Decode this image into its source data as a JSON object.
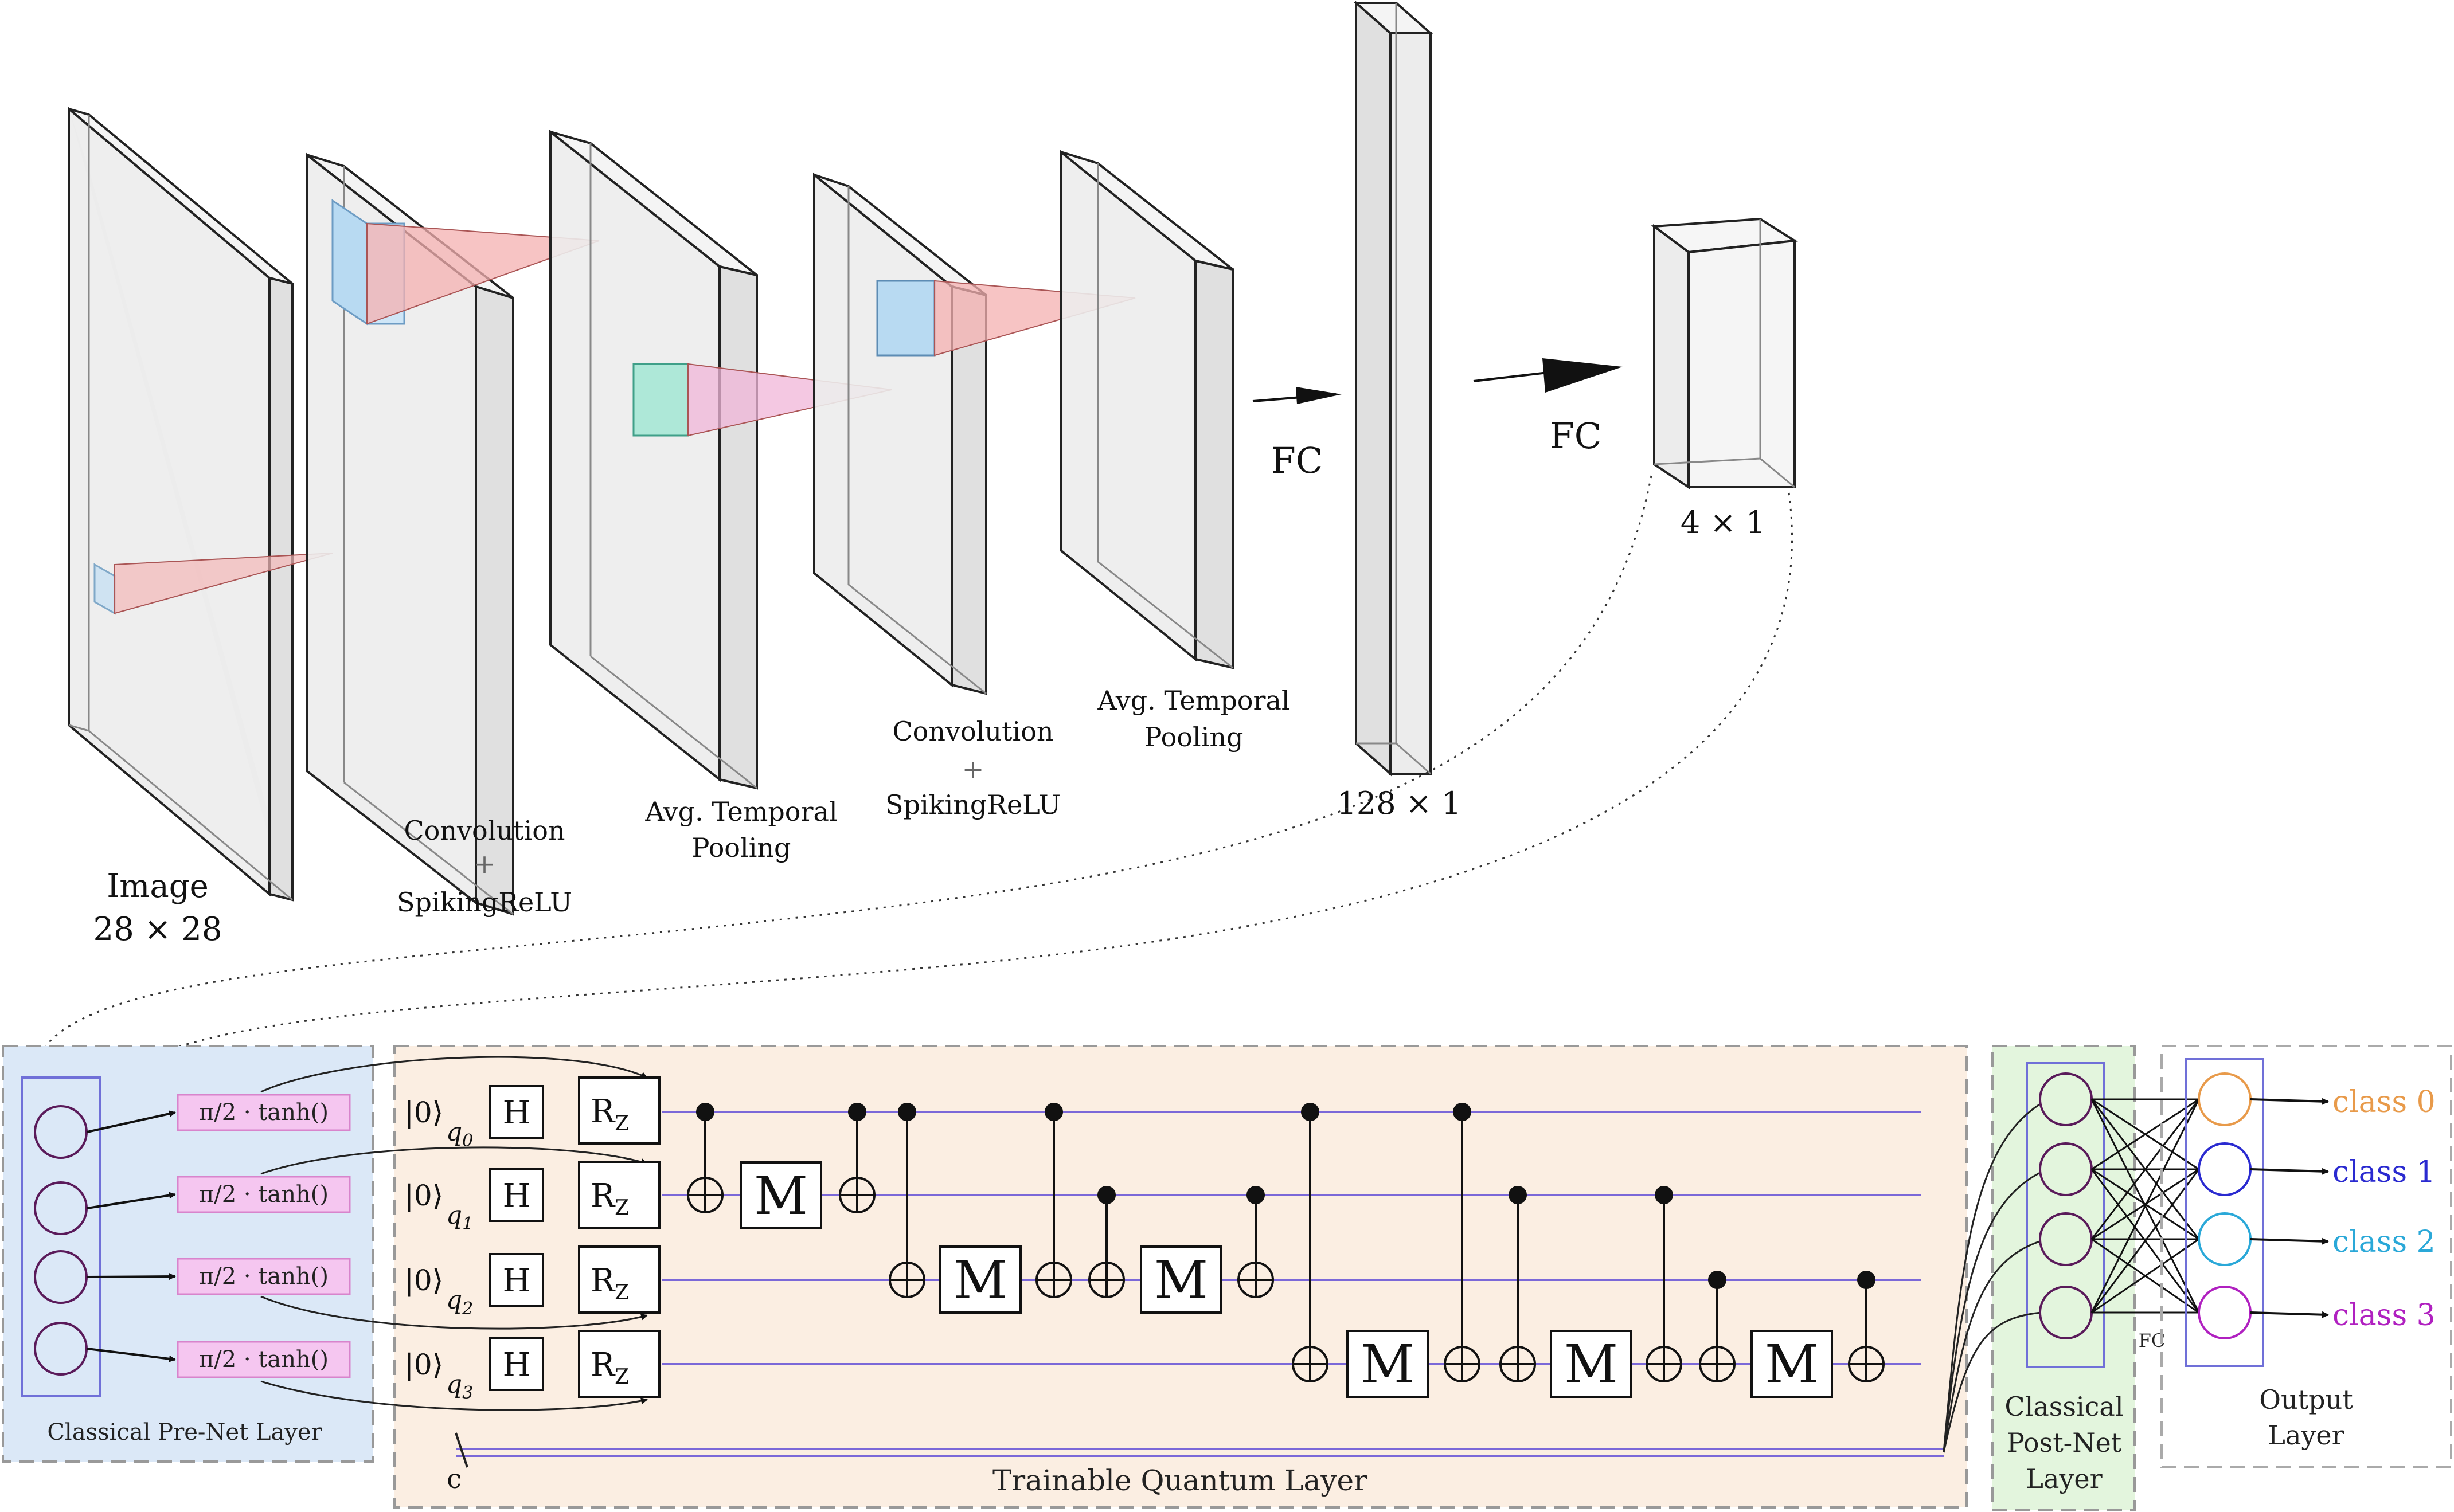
{
  "cnn": {
    "image_label": "Image",
    "image_size": "28 × 28",
    "conv1_label_1": "Convolution",
    "conv1_label_2": "+",
    "conv1_label_3": "SpikingReLU",
    "pool1_label_1": "Avg. Temporal",
    "pool1_label_2": "Pooling",
    "conv2_label_1": "Convolution",
    "conv2_label_2": "+",
    "conv2_label_3": "SpikingReLU",
    "pool2_label_1": "Avg. Temporal",
    "pool2_label_2": "Pooling",
    "fc1_label": "FC",
    "fc1_size": "128 × 1",
    "fc2_label": "FC",
    "out_size": "4 × 1"
  },
  "prenet": {
    "title": "Classical Pre-Net Layer",
    "func_labels": [
      "π/2 · tanh()",
      "π/2 · tanh()",
      "π/2 · tanh()",
      "π/2 · tanh()"
    ]
  },
  "quantum": {
    "title": "Trainable Quantum Layer",
    "ket": "|0⟩",
    "qubits": [
      "q",
      "q",
      "q",
      "q"
    ],
    "qubit_subs": [
      "0",
      "1",
      "2",
      "3"
    ],
    "h_gate": "H",
    "rz_gate": "R",
    "rz_sub": "Z",
    "measure": "M",
    "classical_reg": "c"
  },
  "postnet": {
    "title_1": "Classical",
    "title_2": "Post-Net",
    "title_3": "Layer",
    "fc_label": "FC"
  },
  "output": {
    "title_1": "Output",
    "title_2": "Layer",
    "classes": [
      "class 0",
      "class 1",
      "class 2",
      "class 3"
    ]
  },
  "colors": {
    "prenet_bg": "#dbe8f7",
    "quantum_bg": "#fbeee2",
    "postnet_bg": "#e3f5dd",
    "func_box": "#f5c6f0",
    "wire": "#7b68d8",
    "class_colors": [
      "#e89a4a",
      "#2a2ad0",
      "#2aa8d8",
      "#b020c0"
    ]
  }
}
